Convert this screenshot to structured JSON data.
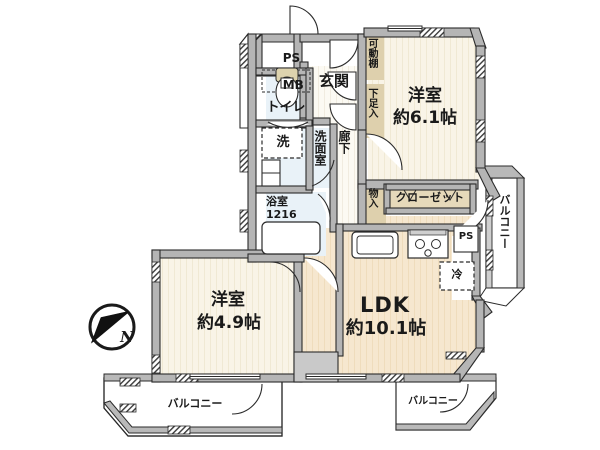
{
  "plan": {
    "type": "japanese-floor-plan",
    "rooms": [
      {
        "id": "washitsu-main",
        "name": "洋室",
        "area": "約6.1帖"
      },
      {
        "id": "washitsu-second",
        "name": "洋室",
        "area": "約4.9帖"
      },
      {
        "id": "ldk",
        "name": "LDK",
        "area": "約10.1帖"
      }
    ],
    "labels": {
      "ps_mb_line1": "PS",
      "ps_mb_line2": "MB",
      "genkan": "玄関",
      "toilet": "トイレ",
      "sen": "洗",
      "senmenshitsu": "洗面室",
      "rouka": "廊下",
      "yokushitsu": "浴室",
      "yokushitsu_size": "1216",
      "kadouдана": "可動棚",
      "kadoudana": "可動棚",
      "gesokuire": "下足入",
      "monoire": "物入",
      "closet": "クローゼット",
      "ps_kitchen": "PS",
      "reizouko": "冷",
      "balcony": "バルコニー",
      "compass_north": "N"
    },
    "room_main": {
      "name": "洋室",
      "area": "約6.1帖"
    },
    "room_second": {
      "name": "洋室",
      "area": "約4.9帖"
    },
    "ldk": {
      "name": "LDK",
      "area": "約10.1帖"
    },
    "balconies": [
      {
        "id": "balcony-south-west",
        "label": "バルコニー",
        "orientation": "horizontal"
      },
      {
        "id": "balcony-south-east",
        "label": "バルコニー",
        "orientation": "horizontal"
      },
      {
        "id": "balcony-east",
        "label": "バルコニー",
        "orientation": "vertical"
      }
    ],
    "colors": {
      "wall": "#9a9a9a",
      "wall_dark": "#6f6f6f",
      "floor_ldk": "#f6e7cf",
      "floor_room": "#f8f3e6",
      "floor_wet": "#e8f1f8",
      "floor_storage": "#ded0ad",
      "floor_corridor": "#fbf8f0",
      "balcony": "#ffffff",
      "outline": "#2b2b2b",
      "text": "#1a1a1a"
    }
  }
}
